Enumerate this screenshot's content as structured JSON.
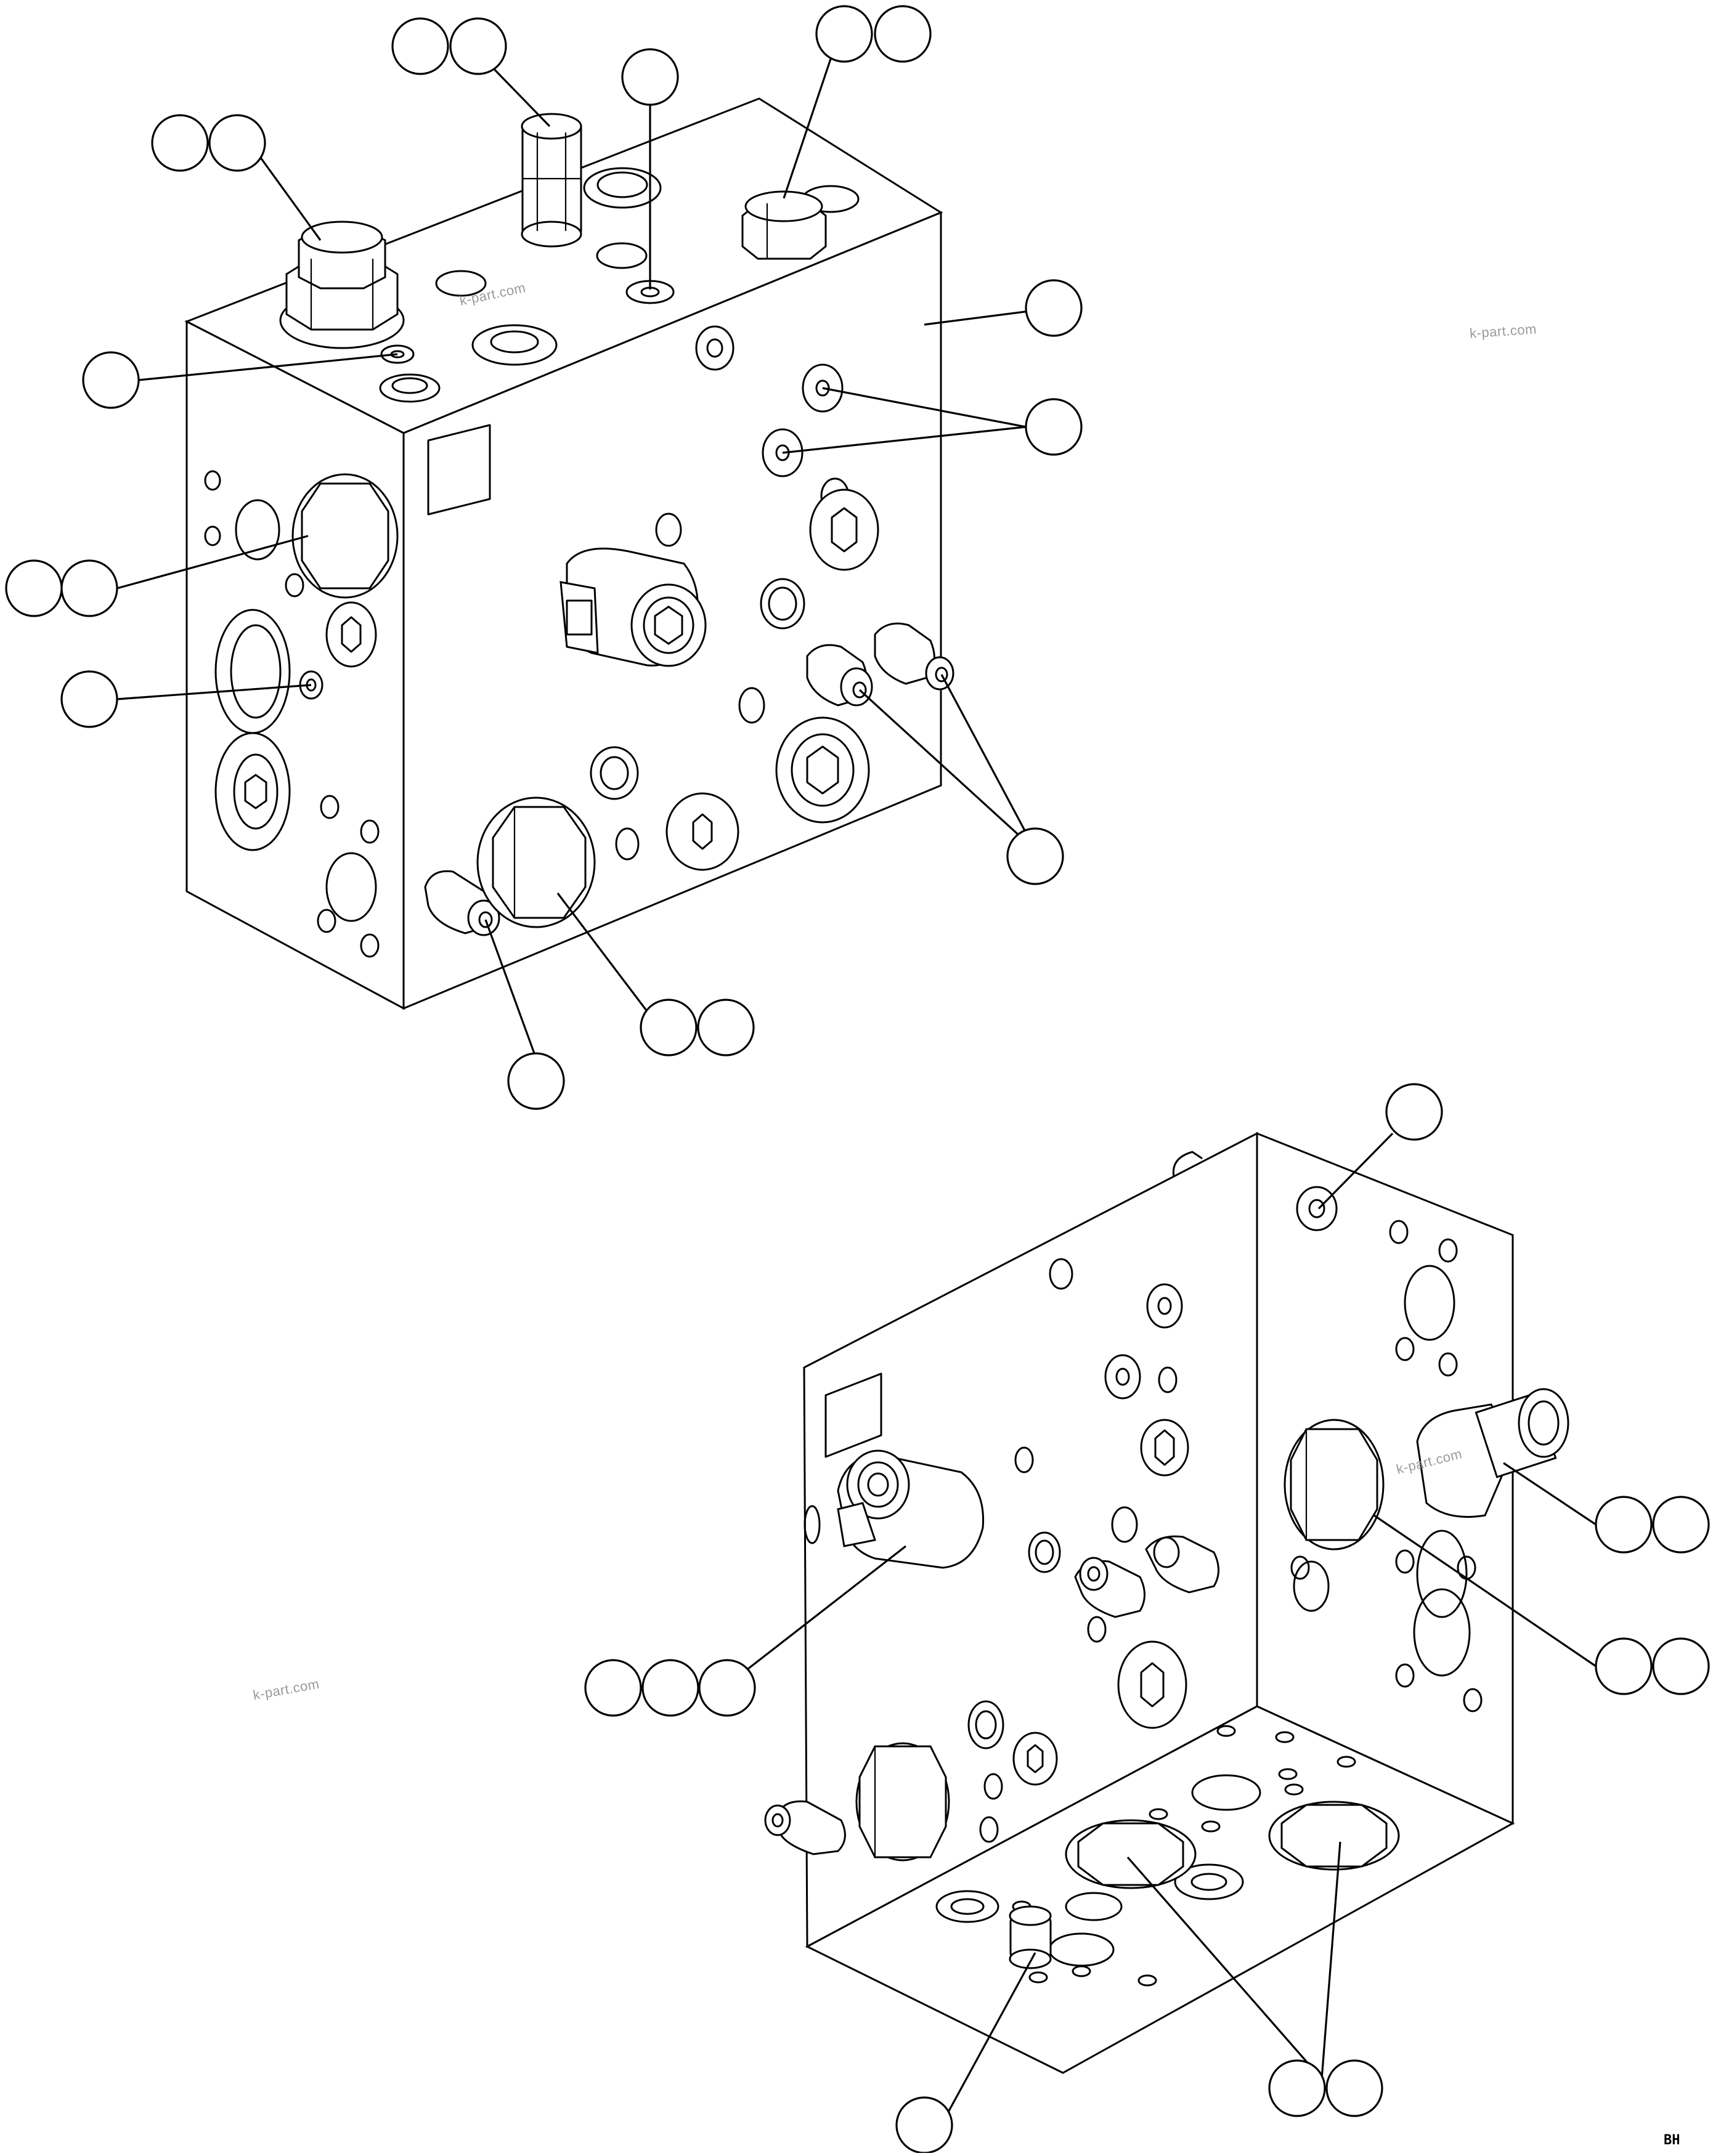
{
  "watermark": "k-part.com",
  "figure_code": "BH",
  "callouts": {
    "top_view": [
      "plug-top-left",
      "cartridge-top",
      "fitting-top-center",
      "plug-top-right",
      "orifice-left",
      "valve-body",
      "orifices-right",
      "plug-left-side",
      "orifice-left-side",
      "solenoid-pair",
      "small-valve-bottom",
      "plug-bottom"
    ],
    "bottom_view": [
      "orifice-corner",
      "cartridge-right",
      "solenoid-front",
      "plug-right",
      "orifice-bottom",
      "plugs-bottom"
    ]
  }
}
